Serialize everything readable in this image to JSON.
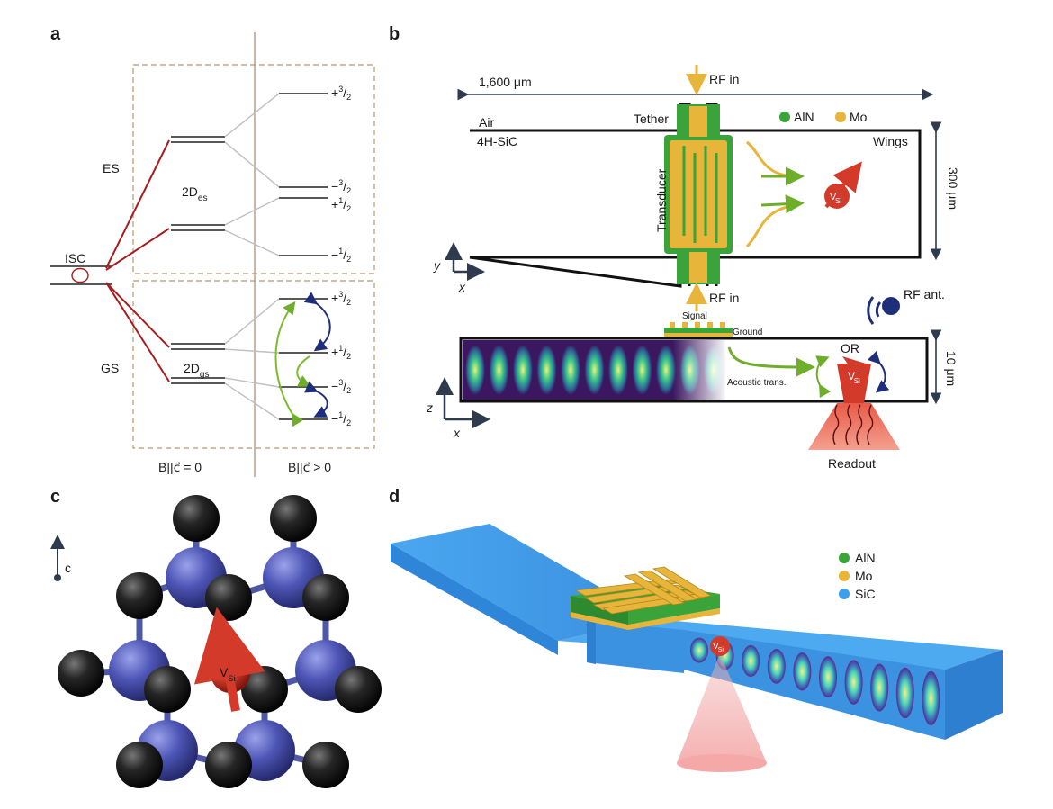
{
  "panels": {
    "a": {
      "label": "a",
      "es_label": "ES",
      "gs_label": "GS",
      "isc_label": "ISC",
      "d_es_main": "2D",
      "d_es_sub": "es",
      "d_gs_main": "2D",
      "d_gs_sub": "gs",
      "field_zero_label": "B||c⃗ = 0",
      "field_pos_label": "B||c⃗ > 0",
      "es_levels": [
        {
          "sign": "+",
          "num": "3",
          "den": "2"
        },
        {
          "sign": "−",
          "num": "3",
          "den": "2"
        },
        {
          "sign": "+",
          "num": "1",
          "den": "2"
        },
        {
          "sign": "−",
          "num": "1",
          "den": "2"
        }
      ],
      "gs_levels": [
        {
          "sign": "+",
          "num": "3",
          "den": "2"
        },
        {
          "sign": "+",
          "num": "1",
          "den": "2"
        },
        {
          "sign": "−",
          "num": "3",
          "den": "2"
        },
        {
          "sign": "−",
          "num": "1",
          "den": "2"
        }
      ],
      "colors": {
        "red": "#a51d1d",
        "green": "#7dbb2e",
        "navy": "#1f2e7a",
        "box": "#b89870"
      }
    },
    "b": {
      "label": "b",
      "width_label": "1,600 μm",
      "rf_in_top": "RF in",
      "rf_in_bottom": "RF in",
      "air_label": "Air",
      "sic_label": "4H-SiC",
      "tether_label": "Tether",
      "legend_aln": "AlN",
      "legend_mo": "Mo",
      "wings_label": "Wings",
      "height_label": "300 μm",
      "transducer_label": "Transducer",
      "vsi_main": "V",
      "vsi_sup": "−",
      "vsi_sub": "Si",
      "axis_top_y": "y",
      "axis_top_x": "x",
      "axis_bottom_z": "z",
      "axis_bottom_x": "x",
      "signal_label": "Signal",
      "ground_label": "Ground",
      "rf_ant_label": "RF ant.",
      "or_label": "OR",
      "acoustic_label": "Acoustic trans.",
      "thickness_label": "10 μm",
      "readout_label": "Readout",
      "colors": {
        "aln": "#3aa33a",
        "mo": "#e6b53a",
        "red": "#d43a2a"
      }
    },
    "c": {
      "label": "c",
      "axis_label": "c",
      "vsi_main": "V",
      "vsi_sub": "Si",
      "colors": {
        "carbon": "#1b1b1b",
        "silicon": "#4f58b8",
        "vacancy": "#d43a2a"
      }
    },
    "d": {
      "label": "d",
      "legend": [
        {
          "name": "AlN",
          "color": "#3aa33a"
        },
        {
          "name": "Mo",
          "color": "#e6b53a"
        },
        {
          "name": "SiC",
          "color": "#3ba0e8"
        }
      ],
      "vsi_main": "V",
      "vsi_sup": "−",
      "vsi_sub": "Si"
    }
  }
}
